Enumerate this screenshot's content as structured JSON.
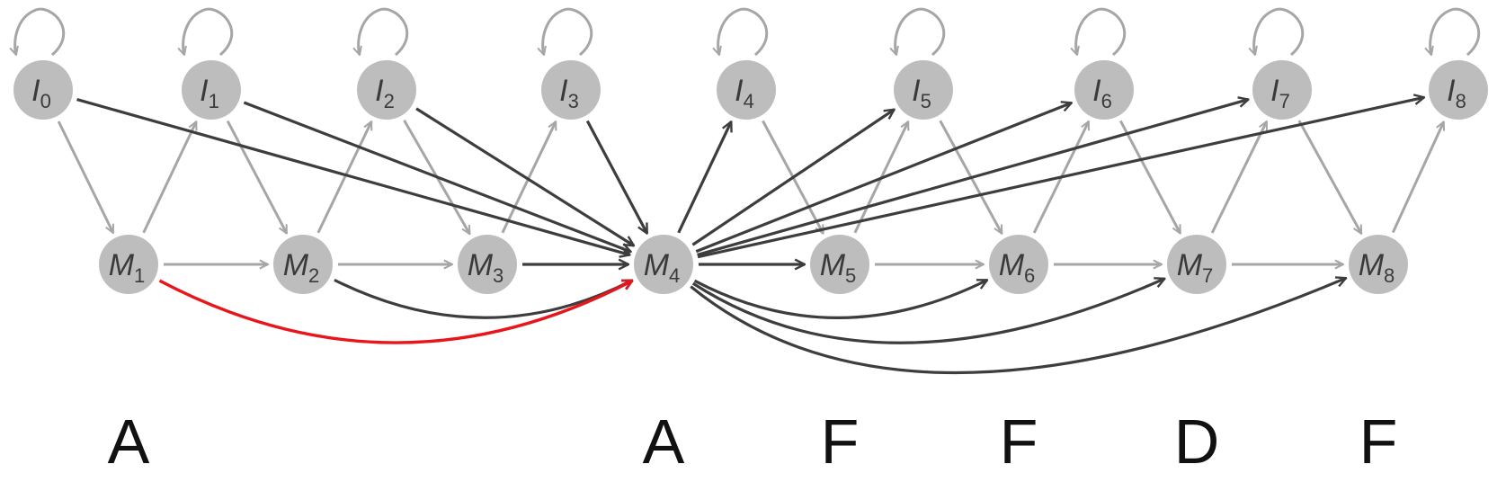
{
  "colors": {
    "node_fill": "#bdbdbd",
    "light_edge": "#a6a6a6",
    "dark_edge": "#3d3d3d",
    "highlight_edge": "#e8151b"
  },
  "nodes": {
    "I0": {
      "base": "I",
      "sub": "0"
    },
    "I1": {
      "base": "I",
      "sub": "1"
    },
    "I2": {
      "base": "I",
      "sub": "2"
    },
    "I3": {
      "base": "I",
      "sub": "3"
    },
    "I4": {
      "base": "I",
      "sub": "4"
    },
    "I5": {
      "base": "I",
      "sub": "5"
    },
    "I6": {
      "base": "I",
      "sub": "6"
    },
    "I7": {
      "base": "I",
      "sub": "7"
    },
    "I8": {
      "base": "I",
      "sub": "8"
    },
    "M1": {
      "base": "M",
      "sub": "1"
    },
    "M2": {
      "base": "M",
      "sub": "2"
    },
    "M3": {
      "base": "M",
      "sub": "3"
    },
    "M4": {
      "base": "M",
      "sub": "4"
    },
    "M5": {
      "base": "M",
      "sub": "5"
    },
    "M6": {
      "base": "M",
      "sub": "6"
    },
    "M7": {
      "base": "M",
      "sub": "7"
    },
    "M8": {
      "base": "M",
      "sub": "8"
    }
  },
  "edges": [
    {
      "from": "I0",
      "to": "I0",
      "style": "light"
    },
    {
      "from": "I1",
      "to": "I1",
      "style": "light"
    },
    {
      "from": "I2",
      "to": "I2",
      "style": "light"
    },
    {
      "from": "I3",
      "to": "I3",
      "style": "light"
    },
    {
      "from": "I4",
      "to": "I4",
      "style": "light"
    },
    {
      "from": "I5",
      "to": "I5",
      "style": "light"
    },
    {
      "from": "I6",
      "to": "I6",
      "style": "light"
    },
    {
      "from": "I7",
      "to": "I7",
      "style": "light"
    },
    {
      "from": "I8",
      "to": "I8",
      "style": "light"
    },
    {
      "from": "I0",
      "to": "M1",
      "style": "light"
    },
    {
      "from": "M1",
      "to": "I1",
      "style": "light"
    },
    {
      "from": "I1",
      "to": "M2",
      "style": "light"
    },
    {
      "from": "M2",
      "to": "I2",
      "style": "light"
    },
    {
      "from": "I2",
      "to": "M3",
      "style": "light"
    },
    {
      "from": "M3",
      "to": "I3",
      "style": "light"
    },
    {
      "from": "I4",
      "to": "M5",
      "style": "light"
    },
    {
      "from": "M5",
      "to": "I5",
      "style": "light"
    },
    {
      "from": "I5",
      "to": "M6",
      "style": "light"
    },
    {
      "from": "M6",
      "to": "I6",
      "style": "light"
    },
    {
      "from": "I6",
      "to": "M7",
      "style": "light"
    },
    {
      "from": "M7",
      "to": "I7",
      "style": "light"
    },
    {
      "from": "I7",
      "to": "M8",
      "style": "light"
    },
    {
      "from": "M8",
      "to": "I8",
      "style": "light"
    },
    {
      "from": "M1",
      "to": "M2",
      "style": "light"
    },
    {
      "from": "M2",
      "to": "M3",
      "style": "light"
    },
    {
      "from": "M5",
      "to": "M6",
      "style": "light"
    },
    {
      "from": "M6",
      "to": "M7",
      "style": "light"
    },
    {
      "from": "M7",
      "to": "M8",
      "style": "light"
    },
    {
      "from": "I0",
      "to": "M4",
      "style": "dark"
    },
    {
      "from": "I1",
      "to": "M4",
      "style": "dark"
    },
    {
      "from": "I2",
      "to": "M4",
      "style": "dark"
    },
    {
      "from": "I3",
      "to": "M4",
      "style": "dark"
    },
    {
      "from": "M3",
      "to": "M4",
      "style": "dark"
    },
    {
      "from": "M2",
      "to": "M4",
      "style": "dark",
      "curved": true
    },
    {
      "from": "M4",
      "to": "I4",
      "style": "dark"
    },
    {
      "from": "M4",
      "to": "I5",
      "style": "dark"
    },
    {
      "from": "M4",
      "to": "I6",
      "style": "dark"
    },
    {
      "from": "M4",
      "to": "I7",
      "style": "dark"
    },
    {
      "from": "M4",
      "to": "I8",
      "style": "dark"
    },
    {
      "from": "M4",
      "to": "M5",
      "style": "dark"
    },
    {
      "from": "M4",
      "to": "M6",
      "style": "dark",
      "curved": true
    },
    {
      "from": "M4",
      "to": "M7",
      "style": "dark",
      "curved": true
    },
    {
      "from": "M4",
      "to": "M8",
      "style": "dark",
      "curved": true
    },
    {
      "from": "M1",
      "to": "M4",
      "style": "highlight",
      "curved": true
    }
  ],
  "state_labels": [
    {
      "under": "M1",
      "text": "A"
    },
    {
      "under": "M4",
      "text": "A"
    },
    {
      "under": "M5",
      "text": "F"
    },
    {
      "under": "M6",
      "text": "F"
    },
    {
      "under": "M7",
      "text": "D"
    },
    {
      "under": "M8",
      "text": "F"
    }
  ]
}
